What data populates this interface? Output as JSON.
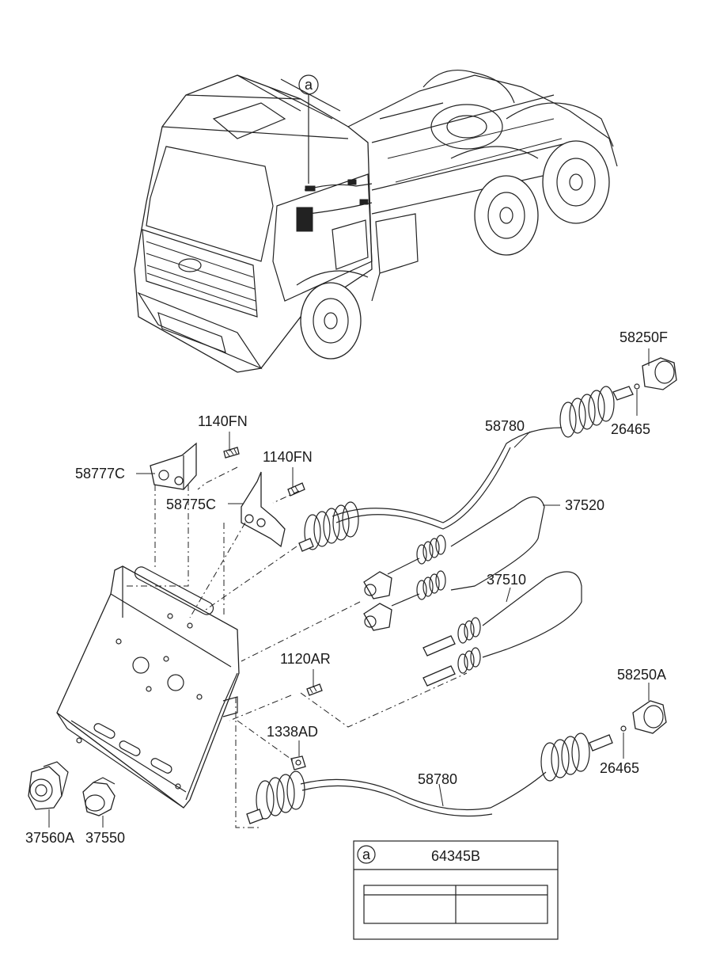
{
  "callout": {
    "symbol": "a"
  },
  "parts": {
    "p58250F": "58250F",
    "p26465_top": "26465",
    "p58780_top": "58780",
    "p1140FN_a": "1140FN",
    "p1140FN_b": "1140FN",
    "p58777C": "58777C",
    "p58775C": "58775C",
    "p37520": "37520",
    "p37510": "37510",
    "p1120AR": "1120AR",
    "p58250A": "58250A",
    "p1338AD": "1338AD",
    "p26465_bot": "26465",
    "p58780_bot": "58780",
    "p37560A": "37560A",
    "p37550": "37550"
  },
  "label_box": {
    "symbol": "a",
    "part": "64345B"
  }
}
